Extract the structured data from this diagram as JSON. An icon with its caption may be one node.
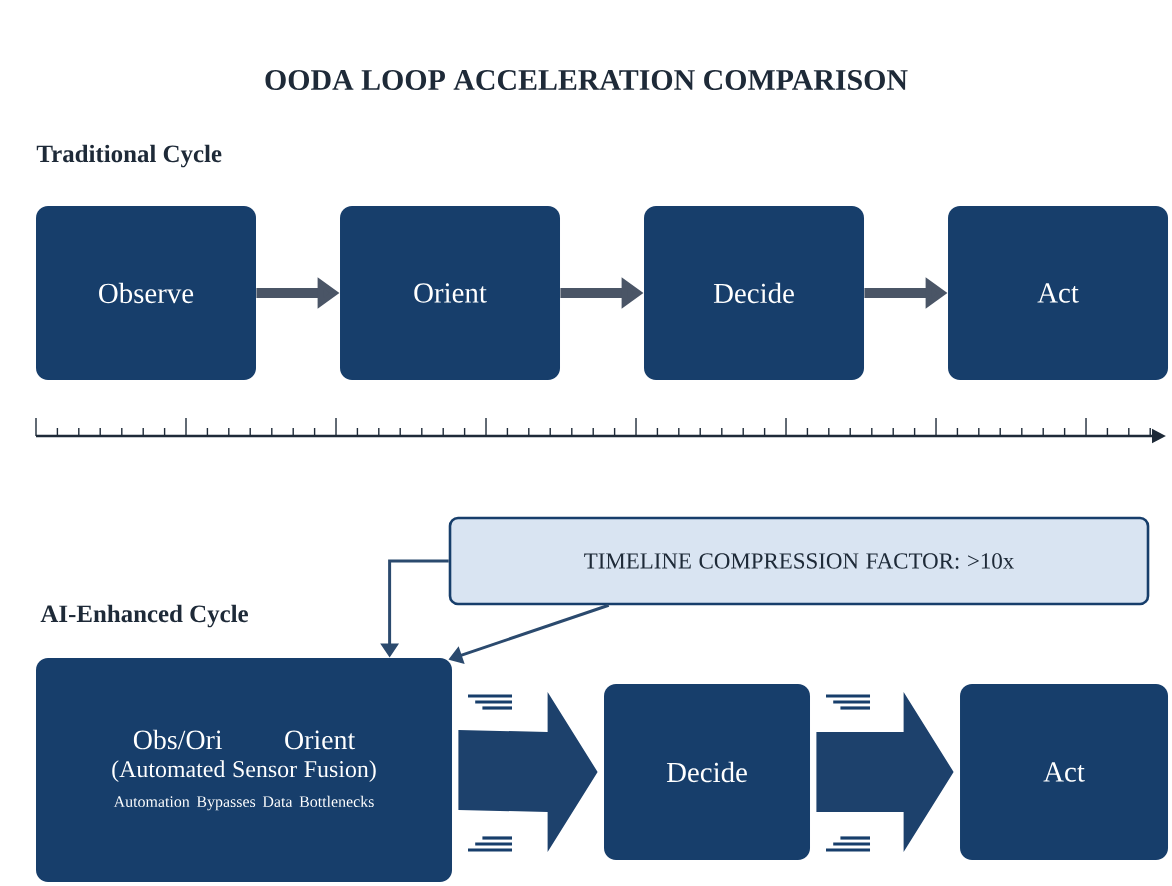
{
  "diagram": {
    "title": "OODA LOOP ACCELERATION COMPARISON",
    "nodes": [
      {
        "text": [
          "Observe"
        ]
      },
      {
        "text": [
          "Orient"
        ]
      },
      {
        "text": [
          "Decide"
        ]
      },
      {
        "text": [
          "Act"
        ]
      },
      {
        "text": [
          "Obs/Ori",
          "Orient",
          "(Automated Sensor Fusion)",
          "Automation Bypasses Data Bottlenecks"
        ]
      },
      {
        "text": [
          "Decide"
        ]
      },
      {
        "text": [
          "Act"
        ]
      },
      {
        "text": [
          "TIMELINE COMPRESSION FACTOR: >10x"
        ]
      }
    ],
    "edges": [
      {
        "from": 0,
        "to": 1,
        "arrow": "to"
      },
      {
        "from": 1,
        "to": 2,
        "arrow": "to"
      },
      {
        "from": 2,
        "to": 3,
        "arrow": "to"
      },
      {
        "from": 4,
        "to": 5,
        "arrow": "to",
        "style": "thick",
        "color": "#1d416c"
      },
      {
        "from": 5,
        "to": 6,
        "arrow": "to",
        "style": "thick",
        "color": "#1d416c"
      },
      {
        "from": 7,
        "to": 4,
        "arrow": "to",
        "color": "#2b4a6e"
      },
      {
        "from": 7,
        "to": 4,
        "arrow": "to",
        "color": "#2b4a6e"
      }
    ],
    "labels": [
      "Traditional Cycle",
      "AI-Enhanced Cycle"
    ]
  }
}
